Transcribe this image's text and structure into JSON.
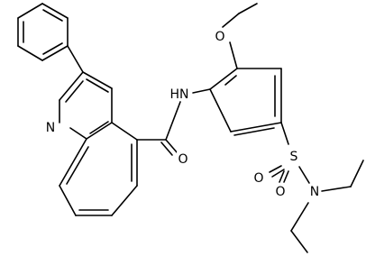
{
  "structure": {
    "atoms": {
      "quinoline_n": "N",
      "amide_nh": "HN",
      "amide_o": "O",
      "methoxy_o": "O",
      "sulfonyl_s": "S",
      "sulfonyl_o_left": "O",
      "sulfonyl_o_bottom": "O",
      "sulfonamide_n": "N"
    }
  },
  "colors": {
    "bond": "#000000",
    "label": "#000000",
    "background": "#ffffff"
  }
}
